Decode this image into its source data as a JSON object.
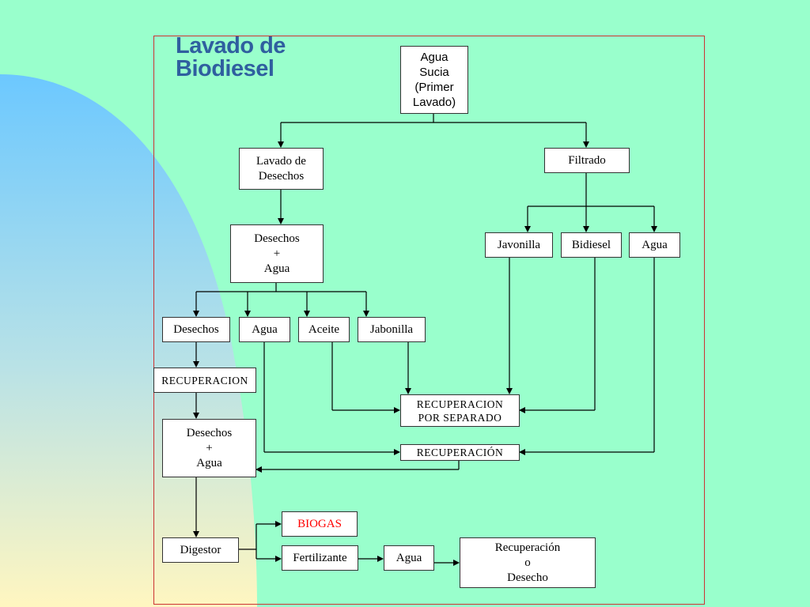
{
  "slide": {
    "title_line1": "Lavado de",
    "title_line2": "Biodiesel"
  },
  "colors": {
    "background": "#99ffcc",
    "title": "#2f5f9f",
    "accent_red": "#ff0000",
    "frame": "#cc3333"
  },
  "nodes": {
    "agua_sucia": "Agua\nSucia\n(Primer\nLavado)",
    "lavado_desechos": "Lavado de\nDesechos",
    "filtrado": "Filtrado",
    "desechos_agua_1": "Desechos\n+\nAgua",
    "javonilla": "Javonilla",
    "bidiesel": "Bidiesel",
    "agua_right": "Agua",
    "desechos": "Desechos",
    "agua_mid": "Agua",
    "aceite": "Aceite",
    "jabonilla": "Jabonilla",
    "recuperacion": "RECUPERACION",
    "recuperacion_por_separado": "RECUPERACION\nPOR SEPARADO",
    "desechos_agua_2": "Desechos\n+\nAgua",
    "recuperacion_2": "RECUPERACIÓN",
    "biogas": "BIOGAS",
    "digestor": "Digestor",
    "fertilizante": "Fertilizante",
    "agua_bottom": "Agua",
    "recuperacion_o_desecho": "Recuperación\no\nDesecho"
  }
}
